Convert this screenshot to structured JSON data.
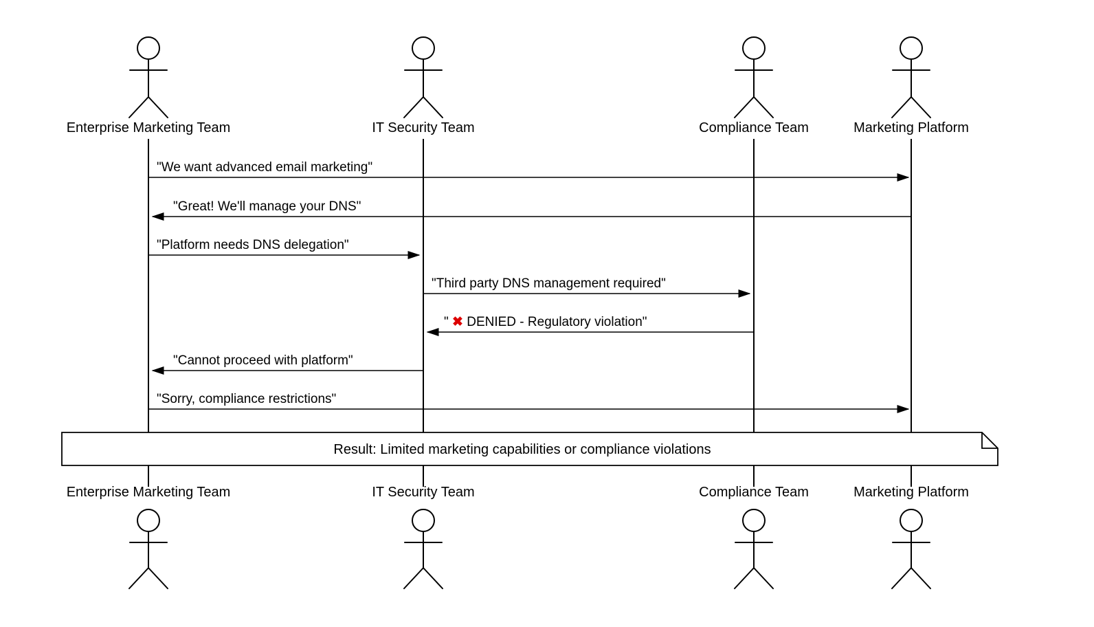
{
  "diagram": {
    "type": "sequence-diagram",
    "background_color": "#ffffff",
    "line_color": "#000000",
    "denied_x_color": "#dd0000"
  },
  "actors": [
    {
      "name": "Enterprise Marketing Team"
    },
    {
      "name": "IT Security Team"
    },
    {
      "name": "Compliance Team"
    },
    {
      "name": "Marketing Platform"
    }
  ],
  "messages": [
    {
      "from": "Enterprise Marketing Team",
      "to": "Marketing Platform",
      "direction": "right",
      "text": "\"We want advanced email marketing\""
    },
    {
      "from": "Marketing Platform",
      "to": "Enterprise Marketing Team",
      "direction": "left",
      "text": "\"Great! We'll manage your DNS\""
    },
    {
      "from": "Enterprise Marketing Team",
      "to": "IT Security Team",
      "direction": "right",
      "text": "\"Platform needs DNS delegation\""
    },
    {
      "from": "IT Security Team",
      "to": "Compliance Team",
      "direction": "right",
      "text": "\"Third party DNS management required\""
    },
    {
      "from": "Compliance Team",
      "to": "IT Security Team",
      "direction": "left",
      "text": "\"✖ DENIED - Regulatory violation\"",
      "text_prefix": "\"",
      "text_icon": "✖",
      "text_suffix": " DENIED - Regulatory violation\""
    },
    {
      "from": "IT Security Team",
      "to": "Enterprise Marketing Team",
      "direction": "left",
      "text": "\"Cannot proceed with platform\""
    },
    {
      "from": "Enterprise Marketing Team",
      "to": "Marketing Platform",
      "direction": "right",
      "text": "\"Sorry, compliance restrictions\""
    }
  ],
  "note": {
    "text": "Result: Limited marketing capabilities or compliance violations"
  }
}
